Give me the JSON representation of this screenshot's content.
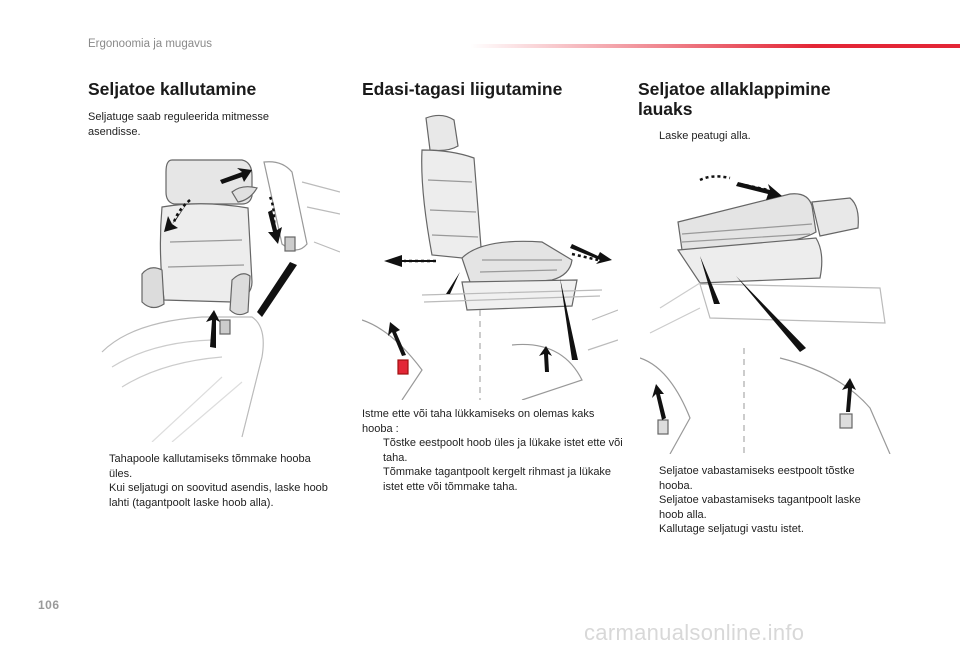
{
  "header": {
    "section_title": "Ergonoomia ja mugavus"
  },
  "col1": {
    "title": "Seljatoe kallutamine",
    "intro": "Seljatuge saab reguleerida mitmesse asendisse.",
    "bullets": [
      "Tahapoole kallutamiseks tõmmake hooba üles.",
      "Kui seljatugi on soovitud asendis, laske hoob lahti (tagantpoolt laske hoob alla)."
    ]
  },
  "col2": {
    "title": "Edasi-tagasi liigutamine",
    "intro": "Istme ette või taha lükkamiseks on olemas kaks hooba :",
    "bullets": [
      "Tõstke eestpoolt hoob üles ja lükake istet ette või taha.",
      "Tõmmake tagantpoolt kergelt rihmast ja lükake istet ette või tõmmake taha."
    ]
  },
  "col3": {
    "title_line1": "Seljatoe allaklappimine",
    "title_line2": "lauaks",
    "intro_bullet": "Laske peatugi alla.",
    "bullets": [
      "Seljatoe vabastamiseks eestpoolt tõstke hooba.",
      "Seljatoe vabastamiseks tagantpoolt laske hoob alla.",
      "Kallutage seljatugi vastu istet."
    ]
  },
  "bullet_marker": "",
  "footer": {
    "page_number": "106",
    "watermark": "carmanualsonline.info"
  },
  "colors": {
    "accent": "#e32636",
    "text": "#1a1a1a",
    "muted": "#8a8a8a"
  },
  "icons": [
    "seat-recline-illustration",
    "seat-slide-illustration",
    "seat-fold-table-illustration",
    "bullet-pointer-icon"
  ]
}
